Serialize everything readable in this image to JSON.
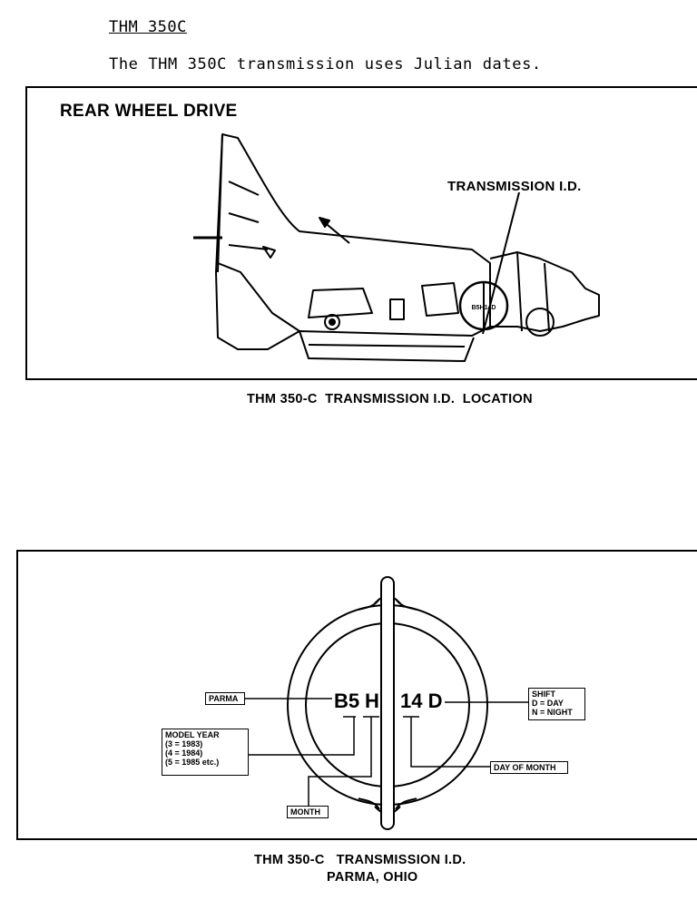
{
  "header": {
    "title": "THM 350C",
    "intro": "The THM 350C transmission uses Julian dates."
  },
  "figure1": {
    "heading": "REAR WHEEL DRIVE",
    "callout": "TRANSMISSION  I.D.",
    "stamp_text": "B5H14D",
    "caption": "THM 350-C  TRANSMISSION I.D.  LOCATION"
  },
  "figure2": {
    "code": {
      "plant": "B5",
      "month": "H",
      "day": "14 D"
    },
    "labels": {
      "parma": "PARMA",
      "model_year": [
        "MODEL YEAR",
        "(3  =  1983)",
        "(4  =  1984)",
        "(5  =  1985 etc.)"
      ],
      "shift": [
        "SHIFT",
        "D  =  DAY",
        "N  =  NIGHT"
      ],
      "day_of_month": "DAY OF MONTH",
      "month": "MONTH"
    },
    "caption_line1": "THM 350-C   TRANSMISSION I.D.",
    "caption_line2": "PARMA, OHIO"
  }
}
